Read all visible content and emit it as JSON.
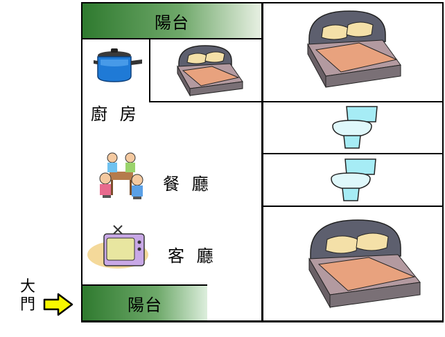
{
  "balcony_top": {
    "label": "陽台"
  },
  "balcony_bottom": {
    "label": "陽台"
  },
  "kitchen": {
    "label": "廚 房"
  },
  "dining": {
    "label": "餐 廳"
  },
  "living": {
    "label": "客 廳"
  },
  "entrance": {
    "label_line1": "大",
    "label_line2": "門"
  },
  "colors": {
    "wall": "#000000",
    "balcony_green": "#2f7a2f",
    "bed_blanket": "#e8a27e",
    "bed_frame": "#5d5f6e",
    "toilet": "#a6ecf5",
    "pot": "#1f7ad6",
    "arrow": "#f7f700"
  }
}
